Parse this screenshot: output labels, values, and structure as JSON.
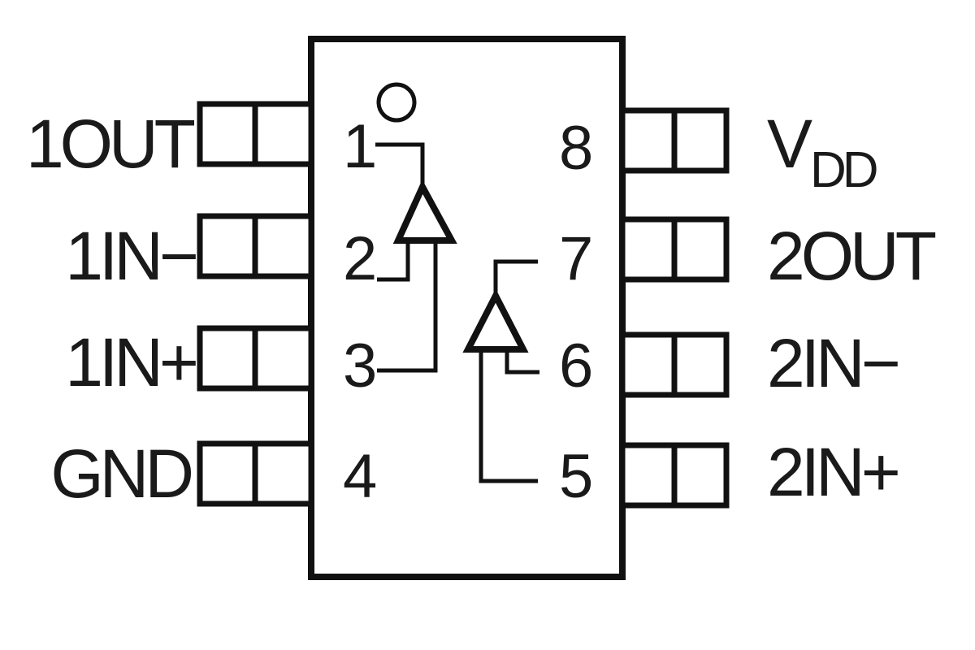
{
  "package": {
    "pins_left": [
      {
        "number": "1",
        "label": "1OUT"
      },
      {
        "number": "2",
        "label": "1IN−"
      },
      {
        "number": "3",
        "label": "1IN+"
      },
      {
        "number": "4",
        "label": "GND"
      }
    ],
    "pins_right": [
      {
        "number": "8",
        "label_main": "V",
        "label_sub": "DD"
      },
      {
        "number": "7",
        "label": "2OUT"
      },
      {
        "number": "6",
        "label": "2IN−"
      },
      {
        "number": "5",
        "label": "2IN+"
      }
    ],
    "amplifiers": [
      {
        "name": "op-amp-1",
        "output_pin": "1",
        "inverting_pin": "2",
        "noninverting_pin": "3"
      },
      {
        "name": "op-amp-2",
        "output_pin": "7",
        "inverting_pin": "6",
        "noninverting_pin": "5"
      }
    ],
    "pin1_marker": "circle"
  },
  "colors": {
    "line": "#111111",
    "text": "#1a1a1a",
    "background": "#ffffff"
  }
}
